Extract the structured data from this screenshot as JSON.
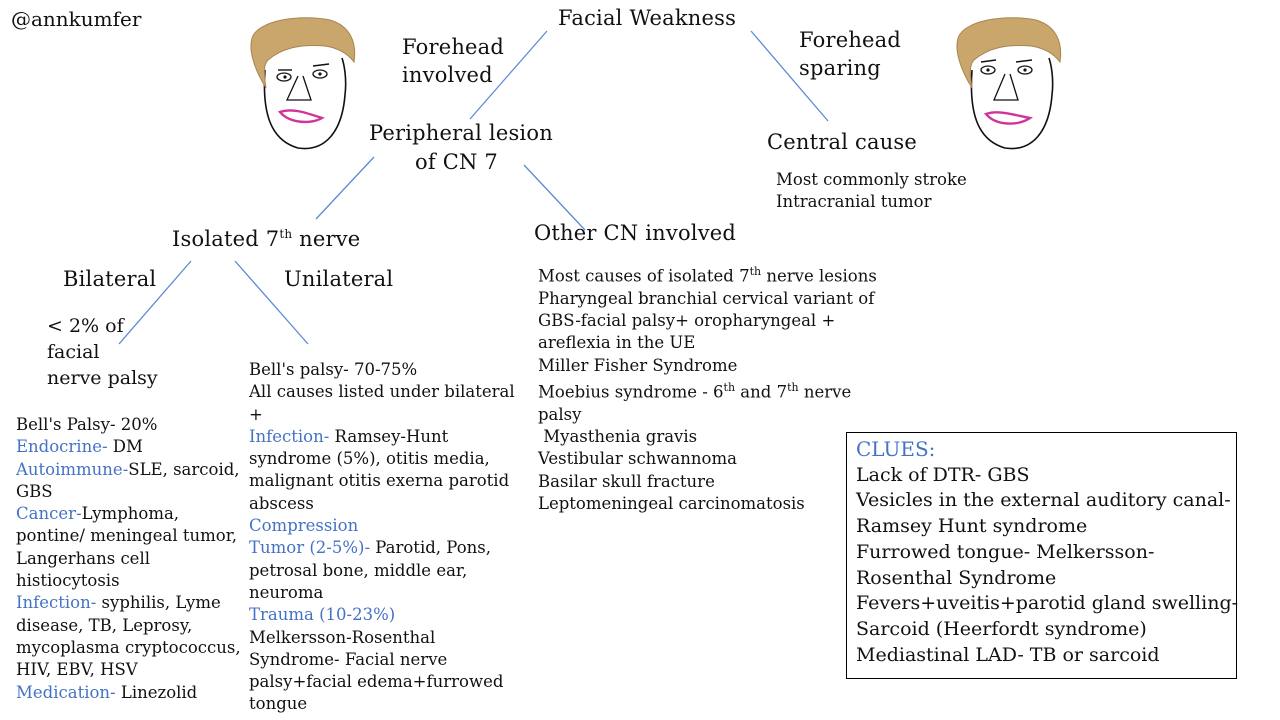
{
  "handle": "@annkumfer",
  "root": "Facial Weakness",
  "edge_labels": {
    "forehead_involved": [
      "Forehead",
      "involved"
    ],
    "forehead_sparing": [
      "Forehead",
      "sparing"
    ],
    "bilateral": "Bilateral",
    "unilateral": "Unilateral"
  },
  "nodes": {
    "peripheral": [
      "Peripheral lesion",
      "of CN 7"
    ],
    "central": "Central cause",
    "isolated": {
      "pre": "Isolated 7",
      "sup": "th",
      "post": " nerve"
    },
    "other_cn": "Other CN involved",
    "bilateral_stat": [
      "< 2% of",
      "facial",
      "nerve palsy"
    ]
  },
  "central_causes": [
    "Most commonly stroke",
    "Intracranial tumor"
  ],
  "bilateral_list": {
    "l1": "Bell's Palsy- 20%",
    "endocrine_label": "Endocrine-",
    "endocrine_text": " DM",
    "autoimmune_label": "Autoimmune-",
    "autoimmune_text": "SLE, sarcoid,",
    "autoimmune_cont": "GBS",
    "cancer_label": "Cancer-",
    "cancer_text": "Lymphoma,",
    "cancer_cont": [
      "pontine/ meningeal tumor,",
      "Langerhans cell",
      "histiocytosis"
    ],
    "infection_label": "Infection-",
    "infection_text": " syphilis, Lyme",
    "infection_cont": [
      "disease, TB, Leprosy,",
      "mycoplasma cryptococcus,",
      "HIV, EBV, HSV"
    ],
    "medication_label": "Medication-",
    "medication_text": " Linezolid"
  },
  "unilateral_list": {
    "l1": "Bell's palsy- 70-75%",
    "l2": "All causes listed under bilateral",
    "l3": "+",
    "infection_label": "Infection-",
    "infection_text": "  Ramsey-Hunt",
    "infection_cont": [
      "syndrome (5%), otitis media,",
      "malignant otitis exerna parotid",
      "abscess"
    ],
    "compression": "Compression",
    "tumor_label": "Tumor (2-5%)-",
    "tumor_text": " Parotid, Pons,",
    "tumor_cont": [
      "petrosal bone, middle ear,",
      "neuroma"
    ],
    "trauma": "Trauma (10-23%)",
    "mr": [
      "Melkersson-Rosenthal",
      "Syndrome- Facial nerve",
      "palsy+facial edema+furrowed",
      "tongue"
    ]
  },
  "other_list": {
    "l1_pre": "Most causes of isolated 7",
    "l1_sup": "th",
    "l1_post": " nerve lesions",
    "l2": [
      "Pharyngeal branchial cervical variant of",
      "GBS-facial palsy+ oropharyngeal +",
      "areflexia in the UE",
      "Miller Fisher Syndrome"
    ],
    "moeb_pre": "Moebius syndrome - 6",
    "moeb_sup1": "th",
    "moeb_mid": " and 7",
    "moeb_sup2": "th",
    "moeb_post": " nerve",
    "l3": [
      "palsy",
      " Myasthenia gravis",
      "Vestibular schwannoma",
      "Basilar skull fracture",
      "Leptomeningeal carcinomatosis"
    ]
  },
  "clues": {
    "title": "CLUES:",
    "lines": [
      "Lack of DTR- GBS",
      "Vesicles in the external auditory canal-",
      "Ramsey Hunt syndrome",
      "Furrowed tongue- Melkersson-",
      "Rosenthal Syndrome",
      "Fevers+uveitis+parotid gland swelling-",
      "Sarcoid (Heerfordt syndrome)",
      "Mediastinal LAD- TB or sarcoid"
    ]
  },
  "colors": {
    "accent": "#4472c4",
    "line": "#5b8bd4",
    "hair": "#c9a66b",
    "lips": "#d0339a"
  }
}
